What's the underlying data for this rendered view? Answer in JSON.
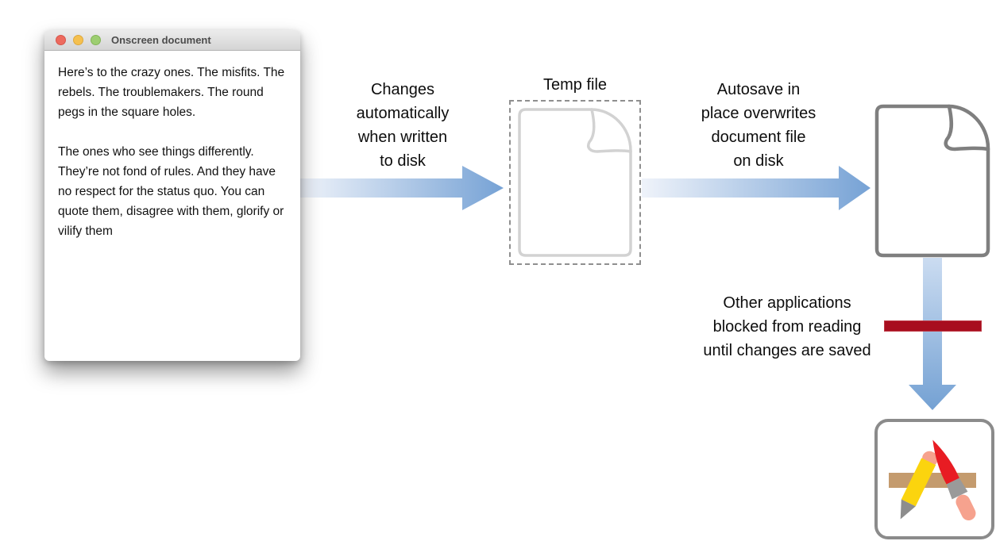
{
  "window": {
    "title": "Onscreen document",
    "content": {
      "paragraph1": "Here’s to the crazy ones. The misfits. The rebels. The troublemakers. The round pegs in the square holes.",
      "paragraph2": "The ones who see things differently. They’re not fond of rules. And they have no respect for the status quo. You can quote them, disagree with them, glorify or vilify them"
    }
  },
  "diagram": {
    "arrow1_label": {
      "lines": [
        "Changes",
        "automatically",
        "when written",
        "to disk"
      ]
    },
    "temp_file_label": "Temp file",
    "arrow2_label": {
      "lines": [
        "Autosave in",
        "place overwrites",
        "document file",
        "on disk"
      ]
    },
    "blocked_label": {
      "lines": [
        "Other applications",
        "blocked from reading",
        "until changes are saved"
      ]
    },
    "icons": {
      "temp_document": "dashed-outline-document-icon",
      "saved_document": "document-icon",
      "application": "applications-app-icon"
    },
    "colors": {
      "arrow_gradient_light": "#eff3fa",
      "arrow_gradient_dark": "#76a2d5",
      "blocked_bar_red": "#a80e1f",
      "temp_document_stroke": "#d2d2d2",
      "saved_document_stroke": "#7f7f7f",
      "ruler_tan": "#c49b6e",
      "pencil_yellow": "#fbd40e",
      "brush_red": "#e81c23",
      "eraser_pink": "#f6a28e",
      "metal_gray": "#949494"
    }
  }
}
